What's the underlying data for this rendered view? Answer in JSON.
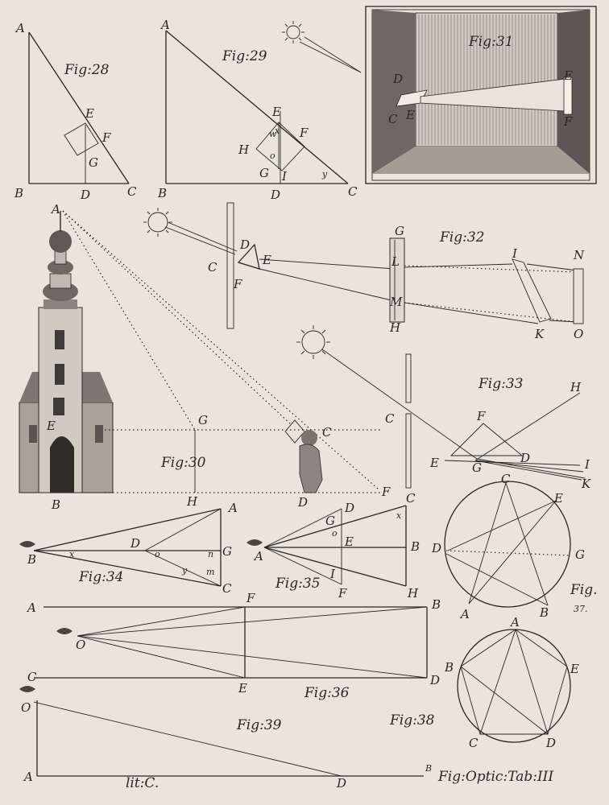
{
  "figures": {
    "fig28": "Fig:28",
    "fig29": "Fig:29",
    "fig30": "Fig:30",
    "fig31": "Fig:31",
    "fig32": "Fig:32",
    "fig33": "Fig:33",
    "fig34": "Fig:34",
    "fig35": "Fig:35",
    "fig36": "Fig:36",
    "fig37": "Fig.",
    "fig37b": "37.",
    "fig38": "Fig:38",
    "fig39": "Fig:39"
  },
  "plate_title": "Fig:Optic:Tab:III",
  "lit": "lit:C.",
  "labels": {
    "A": "A",
    "B": "B",
    "C": "C",
    "D": "D",
    "E": "E",
    "F": "F",
    "G": "G",
    "H": "H",
    "I": "I",
    "K": "K",
    "L": "L",
    "M": "M",
    "N": "N",
    "O": "O",
    "x": "x",
    "y": "y",
    "o": "o",
    "w": "w",
    "n": "n",
    "m": "m"
  }
}
